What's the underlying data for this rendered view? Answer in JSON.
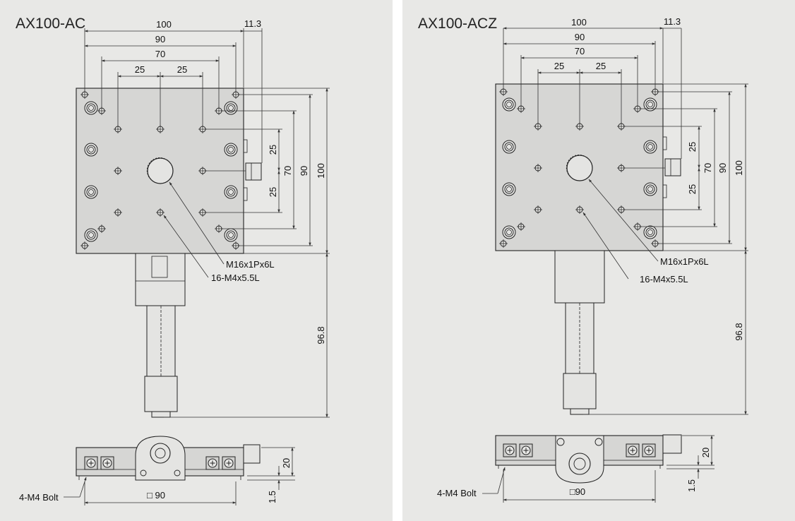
{
  "drawings": [
    {
      "title": "AX100-AC",
      "dims": {
        "w100": "100",
        "w90": "90",
        "w70": "70",
        "w25a": "25",
        "w25b": "25",
        "off": "11.3",
        "h25a": "25",
        "h70": "70",
        "h25b": "25",
        "h90": "90",
        "h100": "100",
        "h968": "96.8",
        "h20": "20",
        "h15": "1.5",
        "sq90": "□ 90"
      },
      "labels": {
        "center_hole": "M16x1Px6L",
        "tapped_holes": "16-M4x5.5L",
        "bolt": "4-M4 Bolt"
      }
    },
    {
      "title": "AX100-ACZ",
      "dims": {
        "w100": "100",
        "w90": "90",
        "w70": "70",
        "w25a": "25",
        "w25b": "25",
        "off": "11.3",
        "h25a": "25",
        "h70": "70",
        "h25b": "25",
        "h90": "90",
        "h100": "100",
        "h968": "96.8",
        "h20": "20",
        "h15": "1.5",
        "sq90": "□90"
      },
      "labels": {
        "center_hole": "M16x1Px6L",
        "tapped_holes": "16-M4x5.5L",
        "bolt": "4-M4 Bolt"
      }
    }
  ]
}
